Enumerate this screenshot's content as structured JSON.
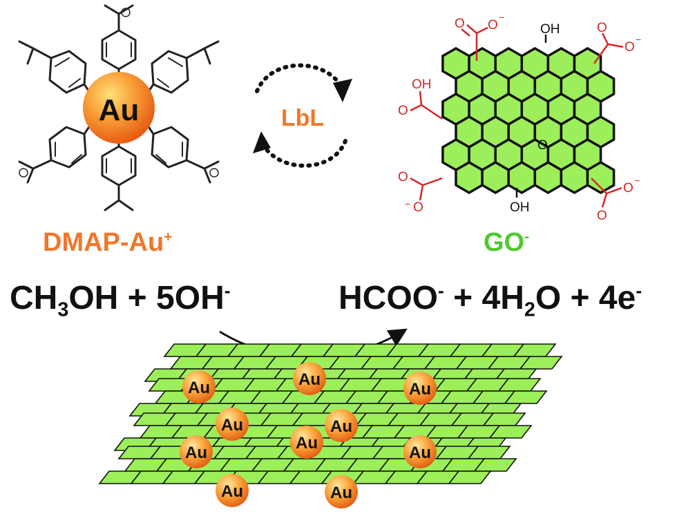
{
  "labels": {
    "dmap": "DMAP-Au",
    "dmap_charge": "+",
    "go": "GO",
    "go_charge": "-",
    "lbl": "LbL",
    "au": "Au"
  },
  "equation": {
    "left_a": "CH",
    "left_a_sub": "3",
    "left_b": "OH + 5OH",
    "left_charge": "-",
    "right_a": "HCOO",
    "right_a_charge": "-",
    "right_b": " + 4H",
    "right_b_sub": "2",
    "right_c": "O + 4e",
    "right_c_charge": "-"
  },
  "go_groups": {
    "oh": "OH",
    "o": "O",
    "o_minus": "O",
    "minus": "−"
  },
  "colors": {
    "orange": "#f0772a",
    "green": "#4fc82f",
    "sheet_green": "#9cee5a",
    "red": "#d02828",
    "black": "#111111"
  }
}
